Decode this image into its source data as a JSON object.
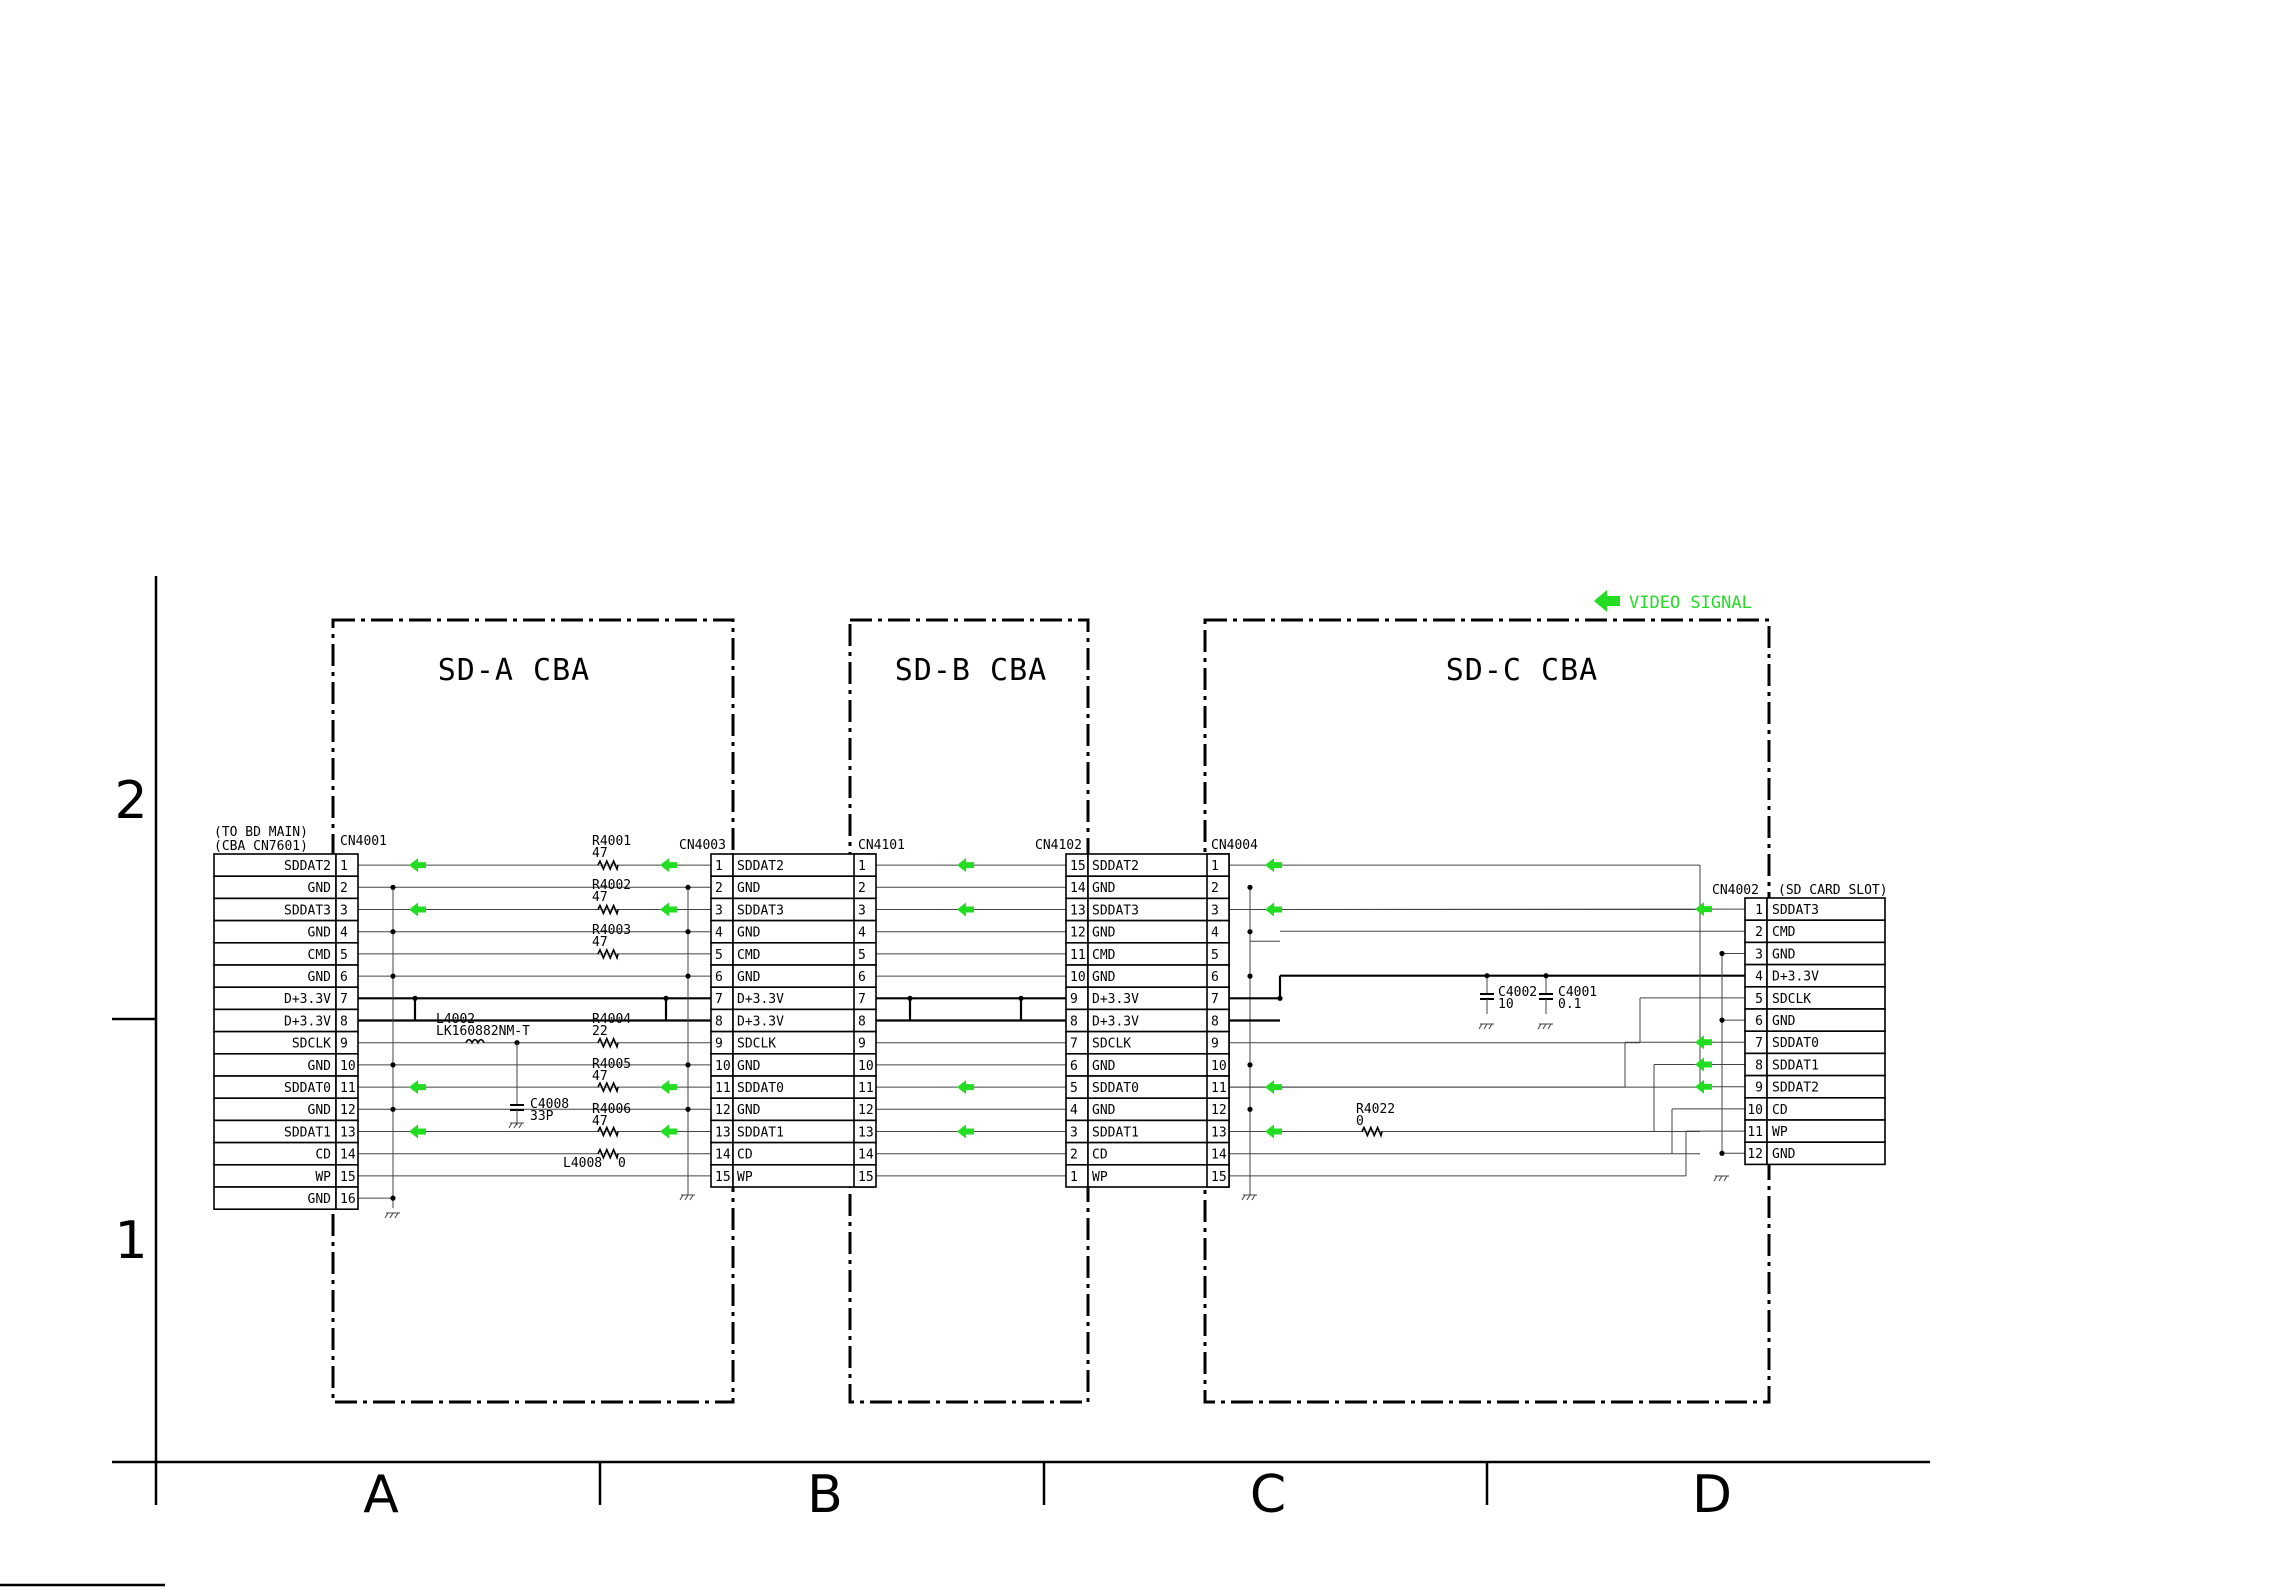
{
  "legend": {
    "label": "VIDEO SIGNAL",
    "color": "#22dd22"
  },
  "boards": [
    {
      "id": "sd-a",
      "title": "SD-A  CBA"
    },
    {
      "id": "sd-b",
      "title": "SD-B  CBA"
    },
    {
      "id": "sd-c",
      "title": "SD-C  CBA"
    }
  ],
  "grid": {
    "rows": [
      "2",
      "1"
    ],
    "cols": [
      "A",
      "B",
      "C",
      "D"
    ]
  },
  "connectors": {
    "CN4001": {
      "label": "CN4001",
      "note1": "(TO BD MAIN)",
      "note2": "(CBA CN7601)",
      "signals": [
        "SDDAT2",
        "GND",
        "SDDAT3",
        "GND",
        "CMD",
        "GND",
        "D+3.3V",
        "D+3.3V",
        "SDCLK",
        "GND",
        "SDDAT0",
        "GND",
        "SDDAT1",
        "CD",
        "WP",
        "GND"
      ],
      "pins": [
        "1",
        "2",
        "3",
        "4",
        "5",
        "6",
        "7",
        "8",
        "9",
        "10",
        "11",
        "12",
        "13",
        "14",
        "15",
        "16"
      ]
    },
    "CN4003": {
      "label": "CN4003",
      "pins": [
        "1",
        "2",
        "3",
        "4",
        "5",
        "6",
        "7",
        "8",
        "9",
        "10",
        "11",
        "12",
        "13",
        "14",
        "15"
      ],
      "signals": [
        "SDDAT2",
        "GND",
        "SDDAT3",
        "GND",
        "CMD",
        "GND",
        "D+3.3V",
        "D+3.3V",
        "SDCLK",
        "GND",
        "SDDAT0",
        "GND",
        "SDDAT1",
        "CD",
        "WP"
      ]
    },
    "CN4101": {
      "label": "CN4101",
      "pins": [
        "1",
        "2",
        "3",
        "4",
        "5",
        "6",
        "7",
        "8",
        "9",
        "10",
        "11",
        "12",
        "13",
        "14",
        "15"
      ]
    },
    "CN4102": {
      "label": "CN4102",
      "pins": [
        "15",
        "14",
        "13",
        "12",
        "11",
        "10",
        "9",
        "8",
        "7",
        "6",
        "5",
        "4",
        "3",
        "2",
        "1"
      ],
      "signals": [
        "SDDAT2",
        "GND",
        "SDDAT3",
        "GND",
        "CMD",
        "GND",
        "D+3.3V",
        "D+3.3V",
        "SDCLK",
        "GND",
        "SDDAT0",
        "GND",
        "SDDAT1",
        "CD",
        "WP"
      ]
    },
    "CN4004": {
      "label": "CN4004",
      "pins": [
        "1",
        "2",
        "3",
        "4",
        "5",
        "6",
        "7",
        "8",
        "9",
        "10",
        "11",
        "12",
        "13",
        "14",
        "15"
      ]
    },
    "CN4002": {
      "label": "CN4002",
      "note": "(SD CARD SLOT)",
      "pins": [
        "1",
        "2",
        "3",
        "4",
        "5",
        "6",
        "7",
        "8",
        "9",
        "10",
        "11",
        "12"
      ],
      "signals": [
        "SDDAT3",
        "CMD",
        "GND",
        "D+3.3V",
        "SDCLK",
        "GND",
        "SDDAT0",
        "SDDAT1",
        "SDDAT2",
        "CD",
        "WP",
        "GND"
      ]
    }
  },
  "components": {
    "R4001": {
      "ref": "R4001",
      "value": "47"
    },
    "R4002": {
      "ref": "R4002",
      "value": "47"
    },
    "R4003": {
      "ref": "R4003",
      "value": "47"
    },
    "R4004": {
      "ref": "R4004",
      "value": "22"
    },
    "R4005": {
      "ref": "R4005",
      "value": "47"
    },
    "R4006": {
      "ref": "R4006",
      "value": "47"
    },
    "L4008": {
      "ref": "L4008",
      "value": "0"
    },
    "L4002": {
      "ref": "L4002",
      "value": "LK160882NM-T"
    },
    "C4008": {
      "ref": "C4008",
      "value": "33P"
    },
    "C4002": {
      "ref": "C4002",
      "value": "10"
    },
    "C4001": {
      "ref": "C4001",
      "value": "0.1"
    },
    "R4022": {
      "ref": "R4022",
      "value": "0"
    }
  }
}
